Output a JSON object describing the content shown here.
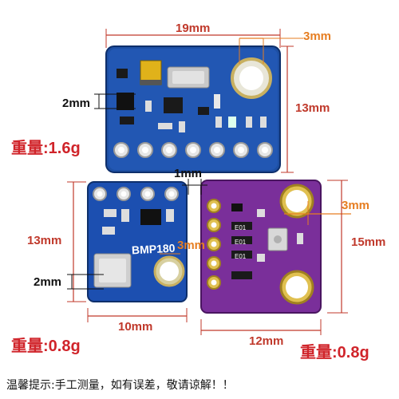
{
  "dimensions": {
    "top_board_width": "19mm",
    "top_board_height": "13mm",
    "top_board_hole": "3mm",
    "top_board_thickness": "2mm",
    "gap": "1mm",
    "blue_board_height": "13mm",
    "blue_board_width": "10mm",
    "blue_board_thickness": "2mm",
    "blue_board_hole": "3mm",
    "purple_board_height": "15mm",
    "purple_board_width": "12mm",
    "purple_board_hole": "3mm"
  },
  "weights": {
    "top_board": "重量:1.6g",
    "blue_board": "重量:0.8g",
    "purple_board": "重量:0.8g"
  },
  "silkscreen": {
    "blue_board_model": "BMP180",
    "chip_code": "E01"
  },
  "footer_note": "温馨提示:手工测量，如有误差，敬请谅解！！",
  "colors": {
    "top_board": "#1d4fa3",
    "blue_board": "#1c4fb0",
    "purple_board": "#7a2f9a",
    "dimension_red": "#c0392b",
    "dimension_orange": "#e67e22",
    "weight_red": "#d0242a"
  }
}
